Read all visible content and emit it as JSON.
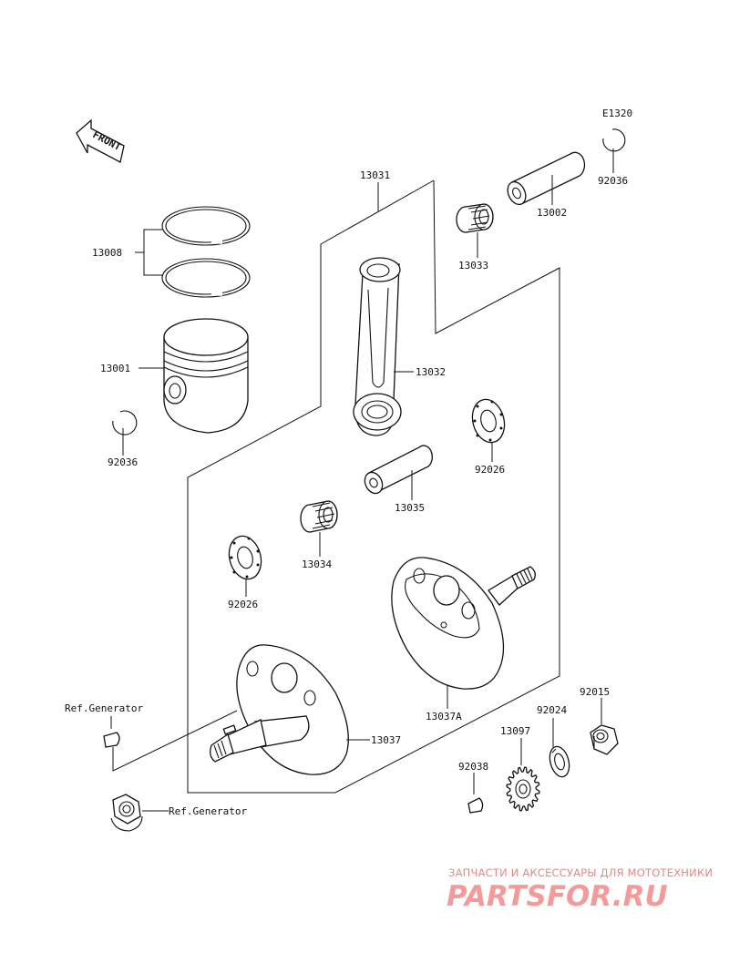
{
  "diagram_code": "E1320",
  "front_label": "FRONT",
  "ref_generator_label": "Ref.Generator",
  "parts": {
    "p13031": "13031",
    "p13002": "13002",
    "p92036_top": "92036",
    "p13033": "13033",
    "p13008": "13008",
    "p13001": "13001",
    "p92036_left": "92036",
    "p13032": "13032",
    "p92026_right": "92026",
    "p13035": "13035",
    "p13034": "13034",
    "p92026_left": "92026",
    "p13037A": "13037A",
    "p13037": "13037",
    "p92015": "92015",
    "p92024": "92024",
    "p13097": "13097",
    "p92038": "92038"
  },
  "watermark": {
    "tagline": "ЗАПЧАСТИ И АКСЕССУАРЫ ДЛЯ МОТОТЕХНИКИ",
    "logo": "PARTSFOR.RU"
  },
  "colors": {
    "line": "#111111",
    "watermark": "#e07a7a"
  }
}
